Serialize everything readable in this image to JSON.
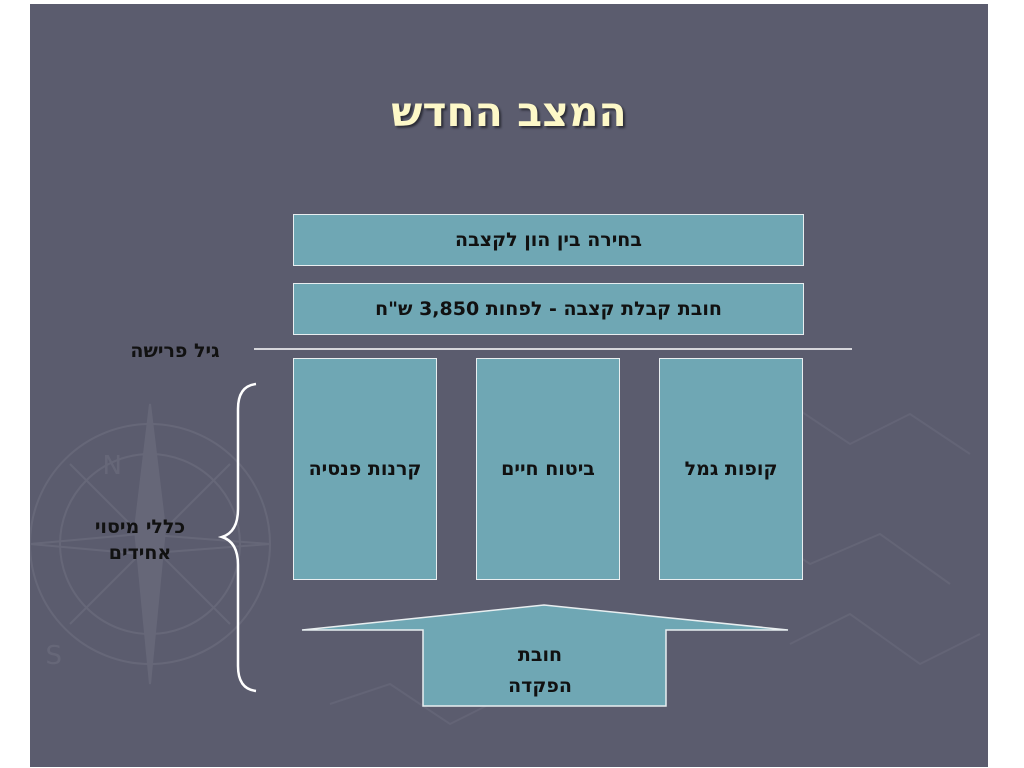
{
  "slide": {
    "title": "המצב החדש",
    "top_box_1": "בחירה בין הון לקצבה",
    "top_box_2": "חובת קבלת קצבה  - לפחות 3,850 ש\"ח",
    "retirement_age_label": "גיל פרישה",
    "columns": [
      {
        "label": "קרנות פנסיה"
      },
      {
        "label": "ביטוח חיים"
      },
      {
        "label": "קופות גמל"
      }
    ],
    "tax_rules_label_line1": "כללי מיסוי",
    "tax_rules_label_line2": "אחידים",
    "deposit_arrow_line1": "חובת",
    "deposit_arrow_line2": "הפקדה"
  },
  "colors": {
    "background": "#5b5c6e",
    "box_fill": "#6fa7b4",
    "title_text": "#fdf8c8",
    "line": "#ffffff"
  },
  "icons": {
    "background_decoration": "compass-rose-watermark",
    "bracket": "curly-brace"
  }
}
